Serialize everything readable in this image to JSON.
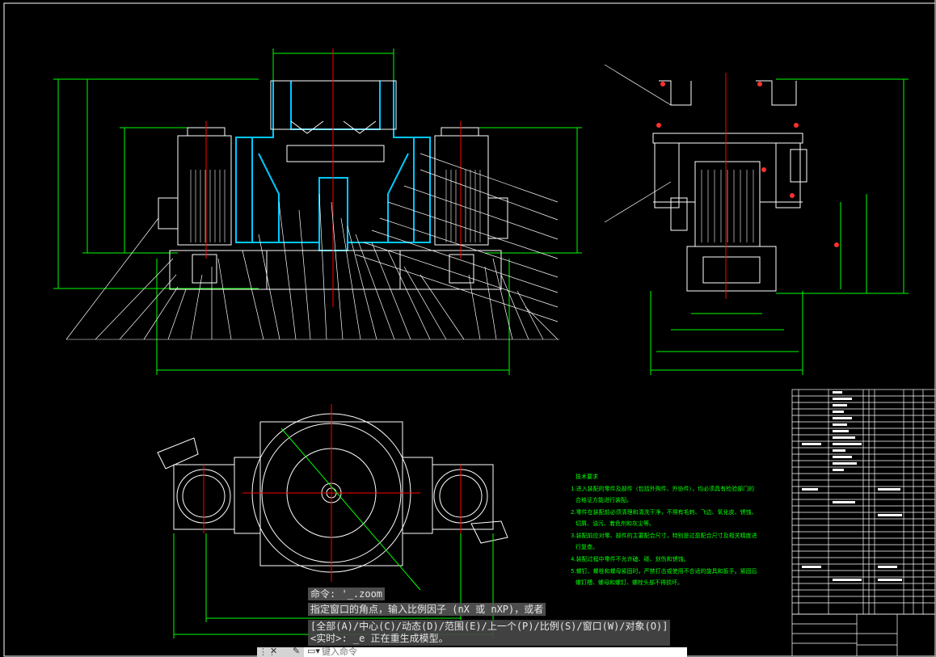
{
  "command_line": {
    "history": [
      "命令: '_.zoom",
      "指定窗口的角点，输入比例因子 (nX 或 nXP)，或者"
    ],
    "current_lines": [
      "[全部(A)/中心(C)/动态(D)/范围(E)/上一个(P)/比例(S)/窗口(W)/对象(O)]",
      "<实时>: _e 正在重生成模型。"
    ],
    "input_placeholder": "键入命令"
  },
  "drawing": {
    "technical_requirements": {
      "heading": "技术要求",
      "items": [
        "1.进入装配的零件及部件（包括外购件、外协件），均必须具有检验部门的",
        "合格证方能进行装配。",
        "2.零件在装配前必须清理和清洗干净，不得有毛刺、飞边、氧化皮、锈蚀、",
        "切屑、油污、着色剂和灰尘等。",
        "3.装配前应对零、部件的主要配合尺寸，特别是过盈配合尺寸及相关精度进",
        "行复查。",
        "4.装配过程中零件不允许磕、碰、划伤和锈蚀。",
        "5.螺钉、螺栓和螺母紧固时，严禁打击或使用不合适的旋具和扳手。紧固后",
        "螺钉槽、螺母和螺钉、螺栓头部不得损坏。"
      ]
    },
    "colors": {
      "frame": "#ffffff",
      "dimension": "#00ff00",
      "centerline": "#ff0000",
      "section": "#00c8ff",
      "outline": "#ffffff",
      "text_green": "#00ff00"
    }
  }
}
